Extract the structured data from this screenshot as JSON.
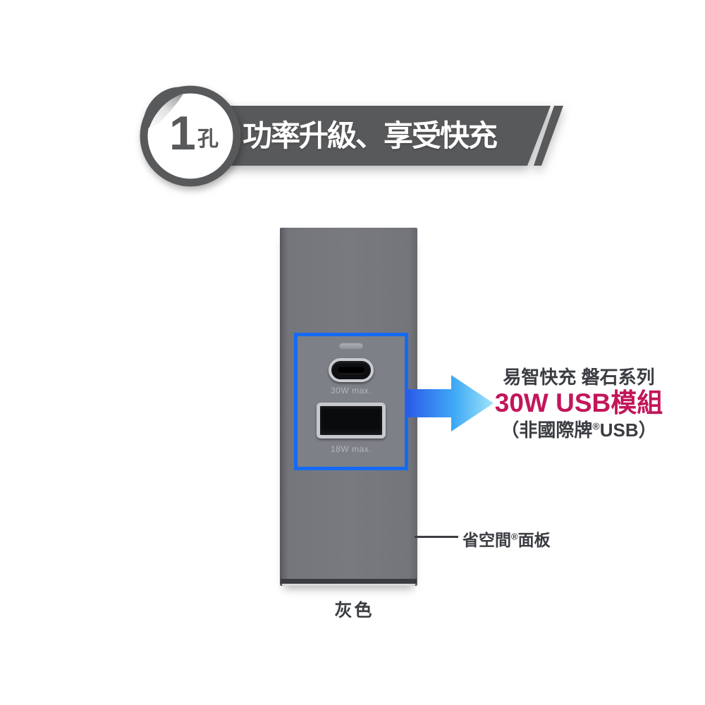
{
  "header": {
    "badge": {
      "number": "1",
      "unit": "孔"
    },
    "banner_title": "功率升級、享受快充"
  },
  "product": {
    "panel_color_label": "灰色",
    "usb_c_port_label": "30W max.",
    "usb_a_port_label": "18W max.",
    "panel_callout": {
      "prefix": "省空間",
      "reg_mark": "®",
      "suffix": "面板"
    }
  },
  "annotation": {
    "series_line": "易智快充 磐石系列",
    "module_line": "30W USB模組",
    "note_prefix": "（非國際牌",
    "note_reg_mark": "®",
    "note_suffix": "USB）"
  },
  "colors": {
    "banner_gray": "#58595b",
    "panel_gray": "#75777d",
    "highlight_blue": "#156af2",
    "arrow_gradient_start": "#2b59e8",
    "arrow_gradient_end": "#9fe4fa",
    "accent_magenta": "#c2165a",
    "text_dark": "#3b3d42"
  }
}
